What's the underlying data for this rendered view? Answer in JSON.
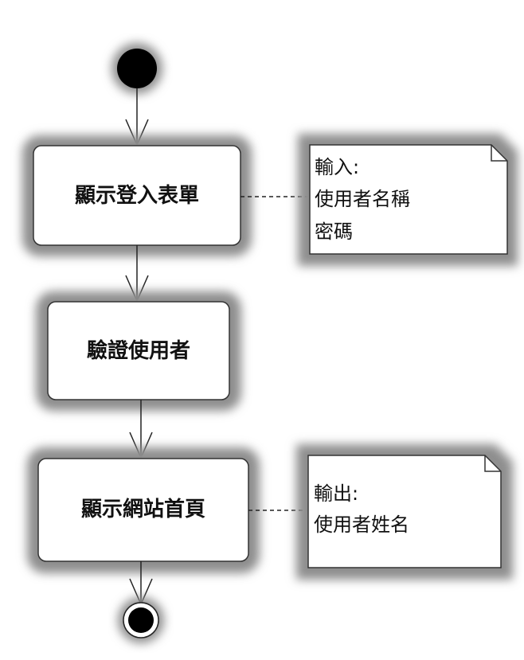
{
  "diagram": {
    "activities": [
      {
        "label": "顯示登入表單"
      },
      {
        "label": "驗證使用者"
      },
      {
        "label": "顯示網站首頁"
      }
    ],
    "notes": [
      {
        "lines": [
          "輸入:",
          "使用者名稱",
          "密碼"
        ]
      },
      {
        "lines": [
          "輸出:",
          "使用者姓名"
        ]
      }
    ]
  }
}
